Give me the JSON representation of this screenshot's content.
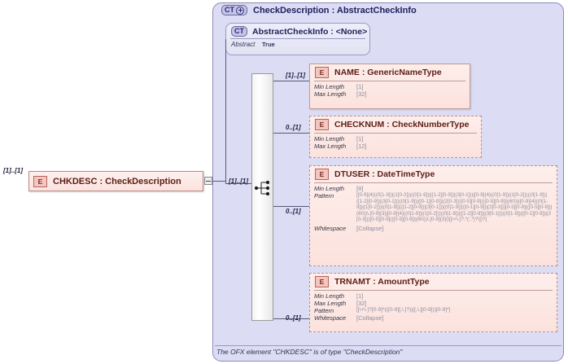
{
  "diagram": {
    "type": "xsd-schema-diagram",
    "complex_type": {
      "badge": "CT",
      "badge_icon": "ct-plus-icon",
      "title": "CheckDescription : AbstractCheckInfo"
    },
    "abstract_type": {
      "badge": "CT",
      "title": "AbstractCheckInfo : <None>",
      "property_label": "Abstract",
      "property_value": "True"
    },
    "compositor": {
      "name": "sequence",
      "cardinality": "[1]..[1]"
    },
    "root_element": {
      "badge": "E",
      "title": "CHKDESC : CheckDescription",
      "cardinality": "[1]..[1]",
      "expander": "collapse-icon"
    },
    "elements": [
      {
        "badge": "E",
        "name": "NAME",
        "title": "NAME      : GenericNameType",
        "cardinality": "[1]..[1]",
        "border": "solid",
        "facets": [
          {
            "key": "Min Length",
            "value": "[1]"
          },
          {
            "key": "Max Length",
            "value": "[32]"
          }
        ]
      },
      {
        "badge": "E",
        "name": "CHECKNUM",
        "title": "CHECKNUM : CheckNumberType",
        "cardinality": "0..[1]",
        "border": "dashed",
        "facets": [
          {
            "key": "Min Length",
            "value": "[1]"
          },
          {
            "key": "Max Length",
            "value": "[12]"
          }
        ]
      },
      {
        "badge": "E",
        "name": "DTUSER",
        "title": "DTUSER : DateTimeType",
        "cardinality": "0..[1]",
        "border": "dashed",
        "facets": [
          {
            "key": "Min Length",
            "value": "[8]"
          },
          {
            "key": "Pattern",
            "value": "[[0-9]{4}((0[1-9])|(1[0-2]))((0[1-9])|([1-2][0-9])|(3[0-1]))|[0-9]{4}((0[1-9])|(1[0-2]))((0[1-9])|([1-2][0-9])|(3[0-1]))((0[1-9])|([0-1][0-9])|(2[0-3]))[0-5][0-9](([0-5][0-9])|(60))|[0-9]{4}((0[1-9])|(1[0-2]))((0[1-9])|([1-2][0-9])|(3[0-1]))((0[1-9])|([0-1][0-9])|(2[0-3]))[0-5][0-9](([0-5][0-9])|(60))\\.[0-9]{3}|[0-9]{4}((0[1-9])|(1[0-2]))((0[1-9])|([1-2][0-9])|(3[0-1]))((0[1-9])|([0-1][0-9])|(2[0-3]))[0-5][0-9](([0-5][0-9])|(60))\\.[0-9]{3}(\\[[\\+\\-]?.*(:.*)?\\])?]"
          },
          {
            "key": "Whitespace",
            "value": "[Collapse]"
          }
        ]
      },
      {
        "badge": "E",
        "name": "TRNAMT",
        "title": "TRNAMT : AmountType",
        "cardinality": "0..[1]",
        "border": "dashed",
        "facets": [
          {
            "key": "Min Length",
            "value": "[1]"
          },
          {
            "key": "Max Length",
            "value": "[32]"
          },
          {
            "key": "Pattern",
            "value": "[[\\+\\-]?[0-9]*(([0-9][,\\.]?)|([,\\.][0-9]))[0-9]*]"
          },
          {
            "key": "Whitespace",
            "value": "[Collapse]"
          }
        ]
      }
    ],
    "footer_note": "The OFX element \"CHKDESC\" is of type \"CheckDescription\""
  }
}
